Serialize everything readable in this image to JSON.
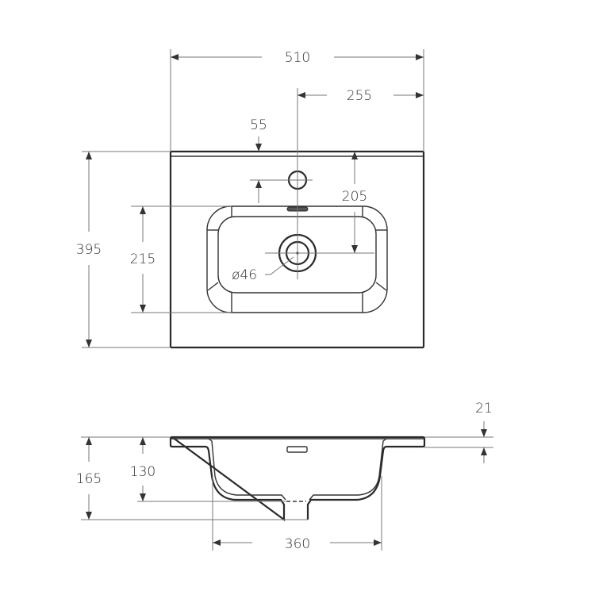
{
  "drawing": {
    "title": "Washbasin technical drawing",
    "top_view": {
      "overall_width": "510",
      "center_to_edge": "255",
      "faucet_hole_offset": "55",
      "drain_offset": "205",
      "overall_depth": "395",
      "bowl_depth": "215",
      "drain_diameter": "ø46"
    },
    "side_view": {
      "slab_thickness": "21",
      "overall_height": "165",
      "bowl_height": "130",
      "bowl_width": "360"
    },
    "colors": {
      "outline": "#2a2a2a",
      "dimension_line": "#777777",
      "text": "#333333",
      "background": "#ffffff"
    }
  }
}
